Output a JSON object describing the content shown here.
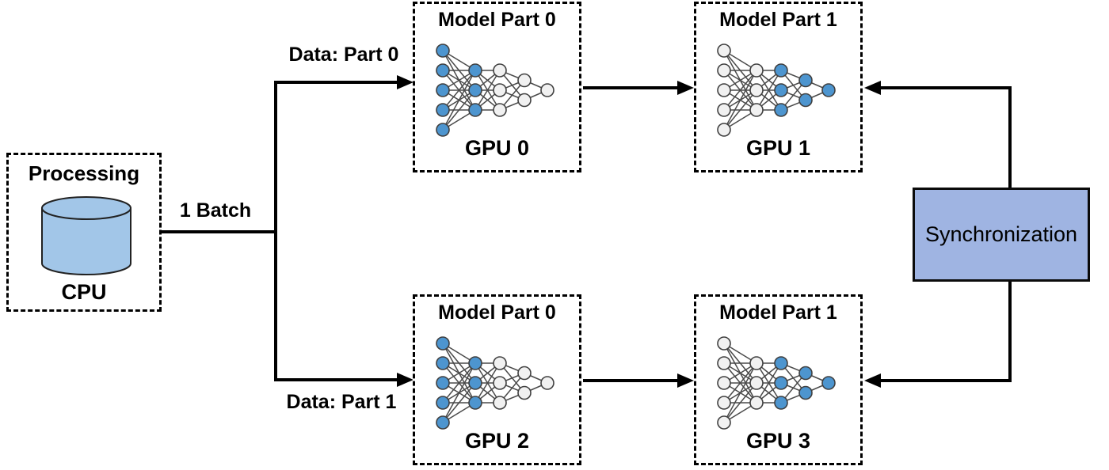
{
  "diagram": {
    "cpu": {
      "title": "Processing",
      "label": "CPU"
    },
    "batch_label": "1 Batch",
    "data_labels": {
      "part0": "Data: Part 0",
      "part1": "Data: Part 1"
    },
    "gpu_boxes": [
      {
        "model_label": "Model Part 0",
        "gpu_label": "GPU 0",
        "blue_layers": [
          0,
          1
        ]
      },
      {
        "model_label": "Model Part 1",
        "gpu_label": "GPU 1",
        "blue_layers": [
          2,
          3,
          4
        ]
      },
      {
        "model_label": "Model Part 0",
        "gpu_label": "GPU 2",
        "blue_layers": [
          0,
          1
        ]
      },
      {
        "model_label": "Model Part 1",
        "gpu_label": "GPU 3",
        "blue_layers": [
          2,
          3,
          4
        ]
      }
    ],
    "sync_label": "Synchronization",
    "network": {
      "layers": [
        5,
        3,
        3,
        2,
        1
      ]
    },
    "colors": {
      "node_blue": "#4d95cf",
      "node_white": "#f1f1f1",
      "node_stroke": "#3f3f3f",
      "edge": "#4a4a4a",
      "cylinder": "#a2c6e8",
      "cylinder_stroke": "#222222",
      "sync_box": "#9fb4e2",
      "line": "#000000"
    }
  }
}
